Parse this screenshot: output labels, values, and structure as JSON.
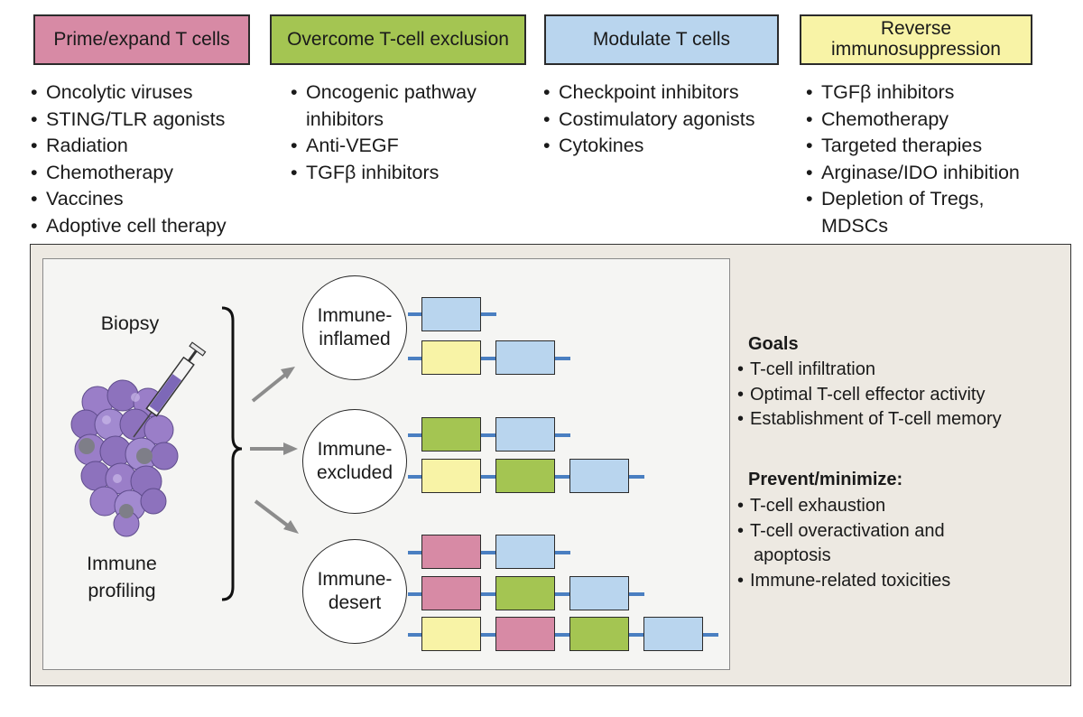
{
  "categories": [
    {
      "title": "Prime/expand T cells",
      "color": "#d78aa5",
      "items": [
        "Oncolytic viruses",
        "STING/TLR agonists",
        "Radiation",
        "Chemotherapy",
        "Vaccines",
        "Adoptive cell therapy"
      ]
    },
    {
      "title": "Overcome T-cell exclusion",
      "color": "#a4c552",
      "items": [
        "Oncogenic pathway inhibitors",
        "Anti-VEGF",
        "TGFβ inhibitors"
      ]
    },
    {
      "title": "Modulate T cells",
      "color": "#b9d5ee",
      "items": [
        "Checkpoint inhibitors",
        "Costimulatory agonists",
        "Cytokines"
      ]
    },
    {
      "title_lines": [
        "Reverse",
        "immunosuppression"
      ],
      "color": "#f8f3a6",
      "items": [
        "TGFβ inhibitors",
        "Chemotherapy",
        "Targeted therapies",
        "Arginase/IDO inhibition",
        "Depletion of Tregs, MDSCs"
      ]
    }
  ],
  "workflow": {
    "biopsy_label": "Biopsy",
    "profiling_label": [
      "Immune",
      "profiling"
    ]
  },
  "phenotypes": [
    {
      "lines": [
        "Immune-",
        "inflamed"
      ],
      "rows": [
        [
          "blue"
        ],
        [
          "yellow",
          "blue"
        ]
      ]
    },
    {
      "lines": [
        "Immune-",
        "excluded"
      ],
      "rows": [
        [
          "green",
          "blue"
        ],
        [
          "yellow",
          "green",
          "blue"
        ]
      ]
    },
    {
      "lines": [
        "Immune-",
        "desert"
      ],
      "rows": [
        [
          "pink",
          "blue"
        ],
        [
          "pink",
          "green",
          "blue"
        ],
        [
          "yellow",
          "pink",
          "green",
          "blue"
        ]
      ]
    }
  ],
  "goals": {
    "heading": "Goals",
    "items": [
      "T-cell infiltration",
      "Optimal T-cell effector activity",
      "Establishment of T-cell memory"
    ]
  },
  "prevent": {
    "heading": "Prevent/minimize:",
    "items": [
      {
        "line1": "T-cell exhaustion"
      },
      {
        "line1": "T-cell overactivation and",
        "line2": "apoptosis"
      },
      {
        "line1": "Immune-related toxicities"
      }
    ]
  },
  "colors": {
    "lane": "#4a7fc1",
    "arrow": "#8c8c8c",
    "tumor_cell": "#9a7ec8",
    "tumor_nucleus": "#7e7e88",
    "syringe_fill": "#7d68b8"
  }
}
